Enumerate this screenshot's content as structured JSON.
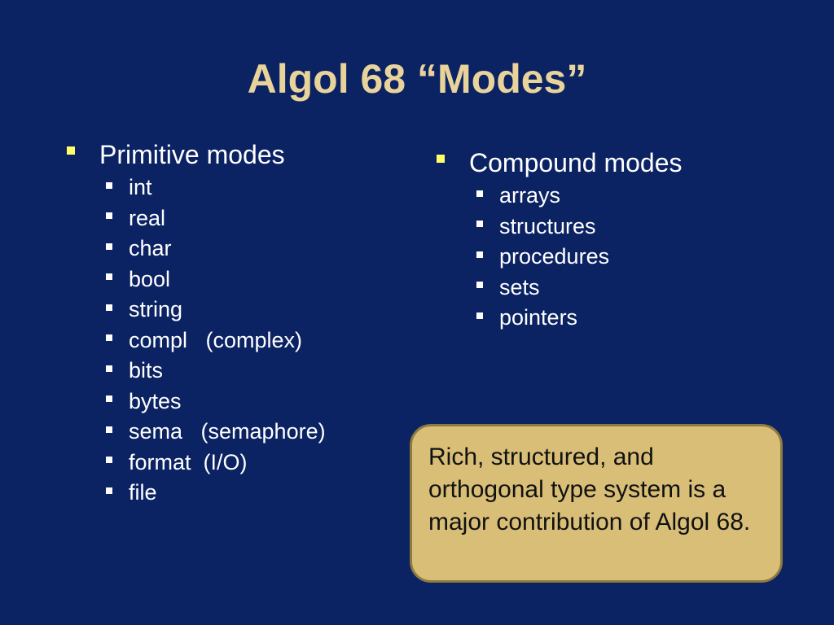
{
  "slide": {
    "title": "Algol 68 “Modes”",
    "left_column": {
      "heading": "Primitive modes",
      "items": [
        "int",
        "real",
        "char",
        "bool",
        "string",
        "compl   (complex)",
        "bits",
        "bytes",
        "sema   (semaphore)",
        "format  (I/O)",
        "file"
      ]
    },
    "right_column": {
      "heading": "Compound modes",
      "items": [
        "arrays",
        "structures",
        "procedures",
        "sets",
        "pointers"
      ]
    },
    "callout": {
      "text": "Rich, structured, and orthogonal type system is a major contribution of Algol 68."
    }
  },
  "colors": {
    "background": "#0b2263",
    "title": "#e8d39a",
    "bullet_level1": "#ffff66",
    "callout_fill": "#d8be77",
    "callout_border": "#8d7a3f"
  }
}
